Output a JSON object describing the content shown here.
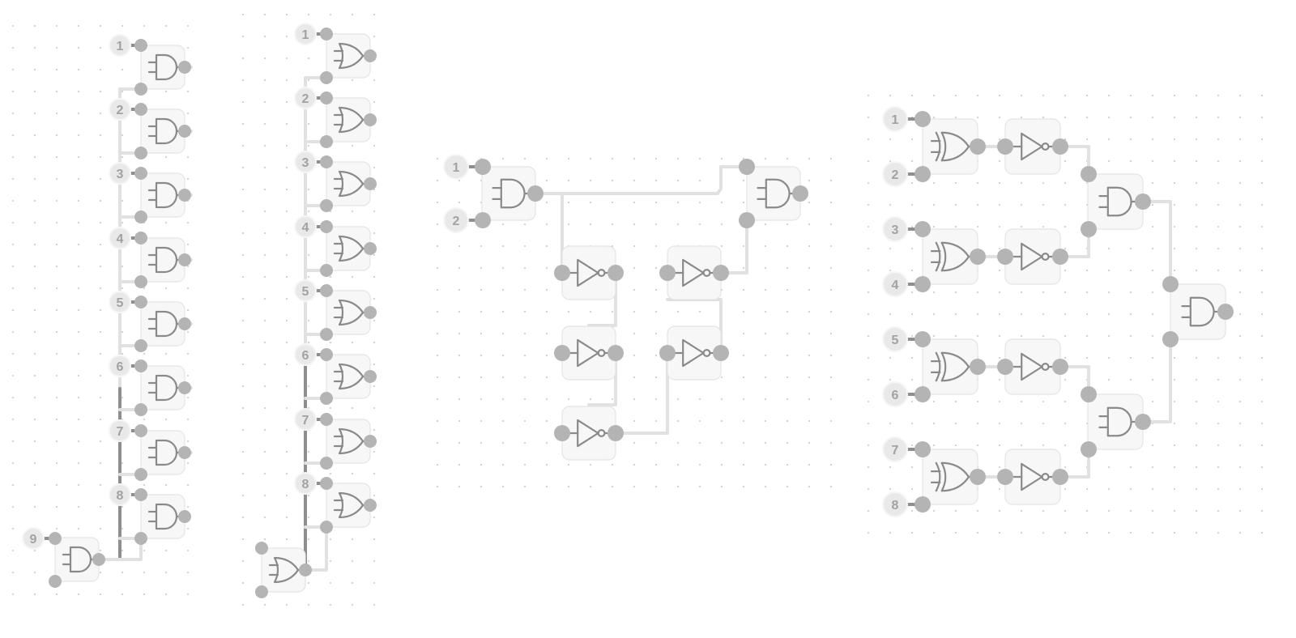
{
  "colors": {
    "background": "#ffffff",
    "grid_dot": "#cfcfcf",
    "wire_light": "#e1e1e1",
    "wire_dark": "#8e8e8e",
    "gate_fill": "#f7f7f7",
    "gate_stroke": "#8a8a8a",
    "pin": "#b4b4b4",
    "label_fill": "#e9e9e9",
    "label_text": "#a2a2a2"
  },
  "circuits": [
    {
      "name": "and-chain-9-inputs",
      "gate_type": "and",
      "input_labels": [
        "1",
        "2",
        "3",
        "4",
        "5",
        "6",
        "7",
        "8",
        "9"
      ]
    },
    {
      "name": "or-chain-8-inputs",
      "gate_type": "or",
      "input_labels": [
        "1",
        "2",
        "3",
        "4",
        "5",
        "6",
        "7",
        "8"
      ]
    },
    {
      "name": "and-with-inverter-loop",
      "gate_types": [
        "and",
        "not",
        "and"
      ],
      "input_labels": [
        "1",
        "2"
      ]
    },
    {
      "name": "xor-not-and-tree",
      "gate_types": [
        "xor",
        "not",
        "and"
      ],
      "input_labels": [
        "1",
        "2",
        "3",
        "4",
        "5",
        "6",
        "7",
        "8"
      ]
    }
  ]
}
